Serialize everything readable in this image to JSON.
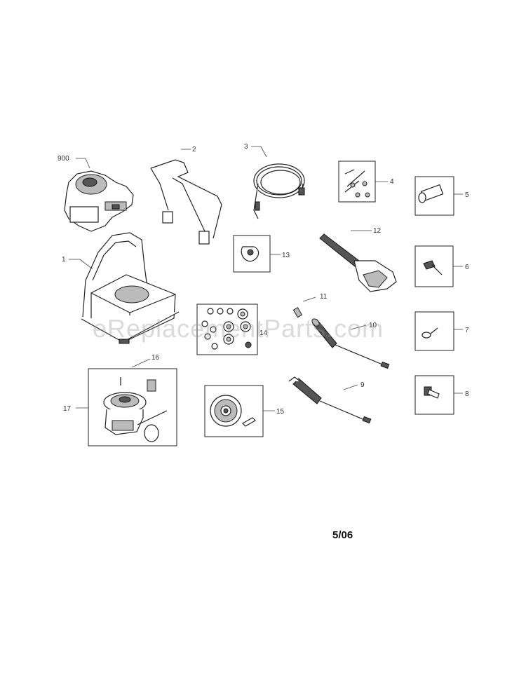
{
  "callouts": {
    "p900": "900",
    "p2": "2",
    "p3": "3",
    "p4": "4",
    "p5": "5",
    "p1": "1",
    "p13": "13",
    "p12": "12",
    "p6": "6",
    "p11": "11",
    "p14": "14",
    "p10": "10",
    "p7": "7",
    "p16": "16",
    "p17": "17",
    "p15": "15",
    "p9": "9",
    "p8": "8"
  },
  "watermark": "eReplacementParts.com",
  "date_code": "5/06"
}
